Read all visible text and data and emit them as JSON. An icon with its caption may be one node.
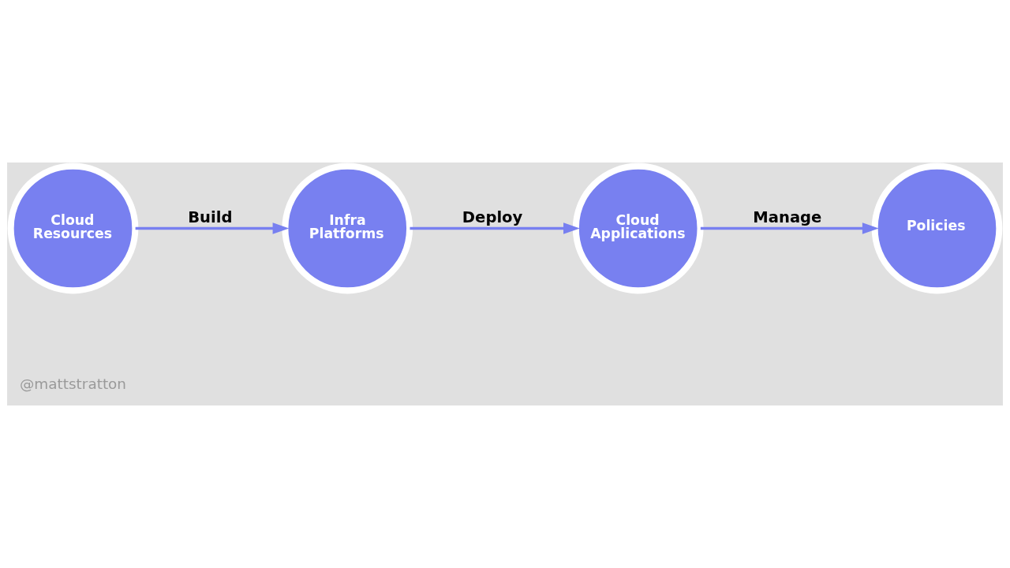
{
  "diagram": {
    "nodes": [
      {
        "text": [
          "Cloud Resources"
        ]
      },
      {
        "text": [
          "Infra Platforms"
        ]
      },
      {
        "text": [
          "Cloud Applications"
        ]
      },
      {
        "text": [
          "Policies"
        ]
      }
    ],
    "edges": [
      {
        "from": 0,
        "to": 1,
        "arrow": "to",
        "label": "Build"
      },
      {
        "from": 1,
        "to": 2,
        "arrow": "to",
        "label": "Deploy"
      },
      {
        "from": 2,
        "to": 3,
        "arrow": "to",
        "label": "Manage"
      }
    ],
    "labels": [
      "@mattstratton"
    ]
  }
}
